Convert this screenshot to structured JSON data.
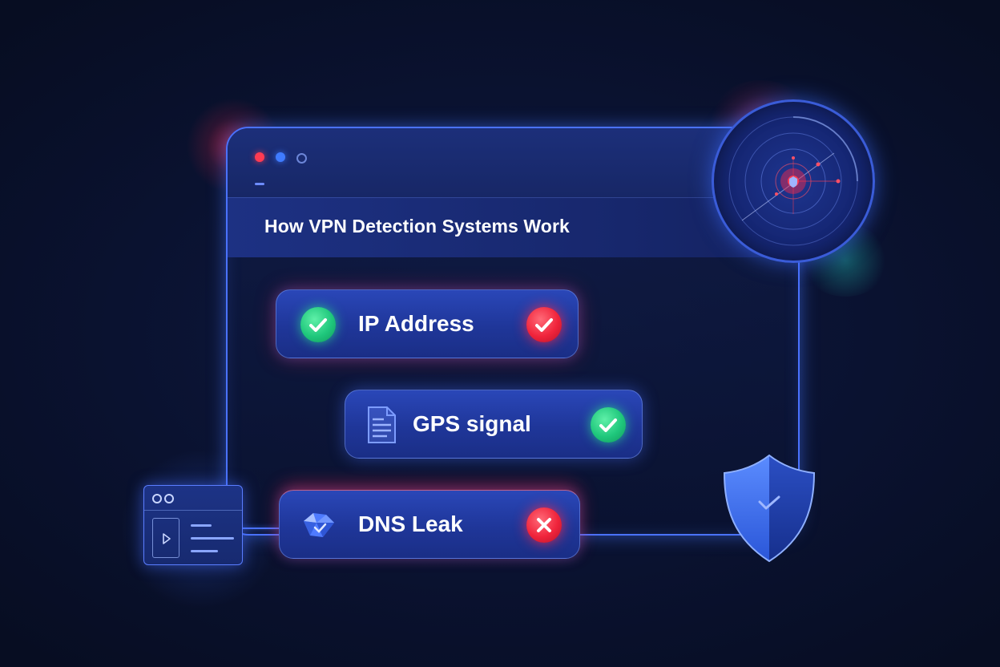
{
  "page": {
    "title": "How VPN Detection Systems Work"
  },
  "checks": [
    {
      "label": "IP Address",
      "status_left": "pass",
      "status_right": "fail"
    },
    {
      "label": "GPS signal",
      "status_right": "pass"
    },
    {
      "label": "DNS Leak",
      "status_right": "fail"
    }
  ],
  "colors": {
    "background": "#0a1230",
    "accent_blue": "#4a72ff",
    "card_blue": "#1f3699",
    "pass_green": "#1fc77c",
    "fail_red": "#f0243b"
  },
  "icons": [
    "check-icon",
    "cross-icon",
    "document-icon",
    "gem-icon",
    "radar-icon",
    "shield-icon",
    "play-icon"
  ]
}
